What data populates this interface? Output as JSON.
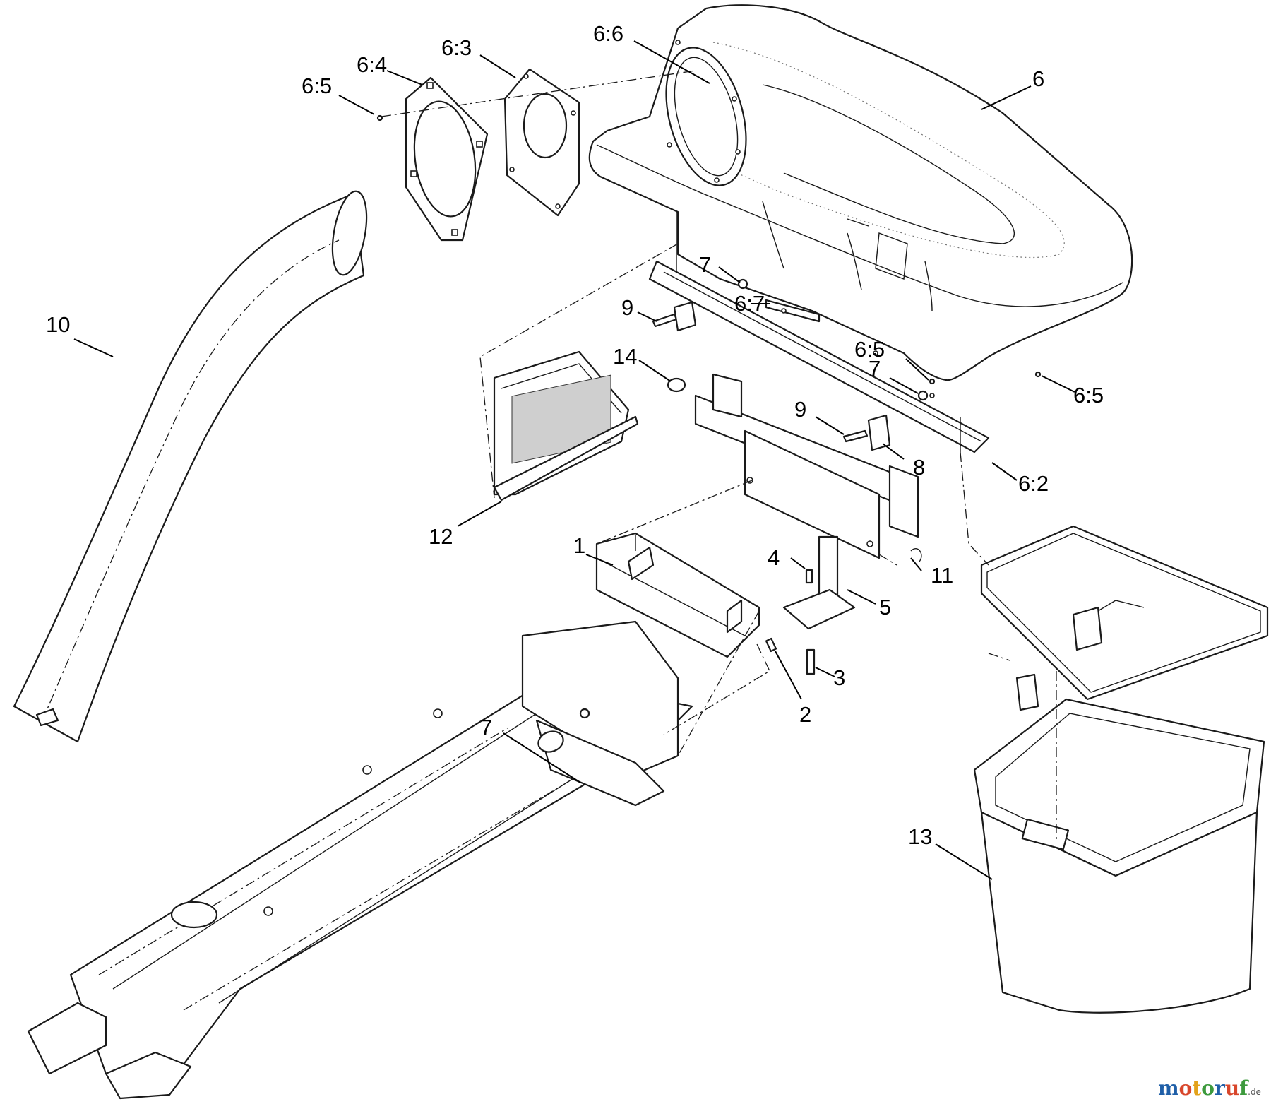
{
  "callouts": [
    {
      "id": "c-6-6",
      "text": "6:6"
    },
    {
      "id": "c-6-3",
      "text": "6:3"
    },
    {
      "id": "c-6-4",
      "text": "6:4"
    },
    {
      "id": "c-6-5-top",
      "text": "6:5"
    },
    {
      "id": "c-6",
      "text": "6"
    },
    {
      "id": "c-7-top",
      "text": "7"
    },
    {
      "id": "c-6-7",
      "text": "6:7"
    },
    {
      "id": "c-9-top",
      "text": "9"
    },
    {
      "id": "c-10",
      "text": "10"
    },
    {
      "id": "c-14",
      "text": "14"
    },
    {
      "id": "c-6-5-mid",
      "text": "6:5"
    },
    {
      "id": "c-7-mid",
      "text": "7"
    },
    {
      "id": "c-6-5-right",
      "text": "6:5"
    },
    {
      "id": "c-9-mid",
      "text": "9"
    },
    {
      "id": "c-8",
      "text": "8"
    },
    {
      "id": "c-6-2",
      "text": "6:2"
    },
    {
      "id": "c-12",
      "text": "12"
    },
    {
      "id": "c-1",
      "text": "1"
    },
    {
      "id": "c-4",
      "text": "4"
    },
    {
      "id": "c-11",
      "text": "11"
    },
    {
      "id": "c-5",
      "text": "5"
    },
    {
      "id": "c-3",
      "text": "3"
    },
    {
      "id": "c-2",
      "text": "2"
    },
    {
      "id": "c-7-bottom",
      "text": "7"
    },
    {
      "id": "c-13",
      "text": "13"
    }
  ],
  "watermark": {
    "letters": [
      "m",
      "o",
      "t",
      "o",
      "r",
      "u",
      "f"
    ],
    "letter_colors": [
      "#1f5fa8",
      "#d8462b",
      "#e3a21a",
      "#3d9a3d",
      "#1f5fa8",
      "#d8462b",
      "#3d9a3d"
    ],
    "suffix": ".de"
  }
}
